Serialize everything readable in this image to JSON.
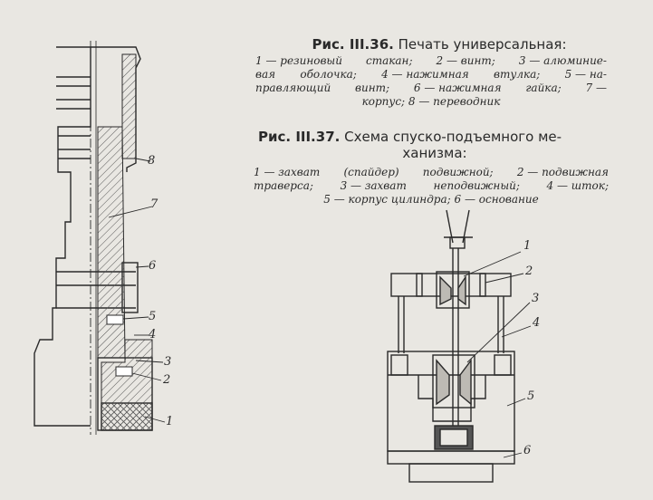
{
  "fig36": {
    "title_num": "Рис. III.36.",
    "title_text": "Печать универсальная:",
    "legend_lines": [
      [
        "1 — резиновый",
        "стакан;",
        "2 — винт;",
        "3 — алюминие-"
      ],
      [
        "вая",
        "оболочка;",
        "4 — нажимная",
        "втулка;",
        "5 — на-"
      ],
      [
        "правляющий",
        "винт;",
        "6 — нажимная",
        "гайка;",
        "7 —"
      ]
    ],
    "legend_last": "корпус; 8 — переводник",
    "labels": [
      "8",
      "7",
      "6",
      "5",
      "4",
      "3",
      "2",
      "1"
    ]
  },
  "fig37": {
    "title_num": "Рис. III.37.",
    "title_line1": "Схема спуско-подъемного ме-",
    "title_line2": "ханизма:",
    "legend_lines": [
      [
        "1 — захват",
        "(спайдер)",
        "подвижной;",
        "2 — подвижная"
      ],
      [
        "траверса;",
        "3 — захват",
        "неподвижный;",
        "4 — шток;"
      ]
    ],
    "legend_last": "5 — корпус цилиндра; 6 — основание",
    "labels": [
      "1",
      "2",
      "3",
      "4",
      "5",
      "6"
    ]
  },
  "colors": {
    "paper": "#e9e7e2",
    "ink": "#2a2a2a",
    "hatch": "#555555"
  }
}
